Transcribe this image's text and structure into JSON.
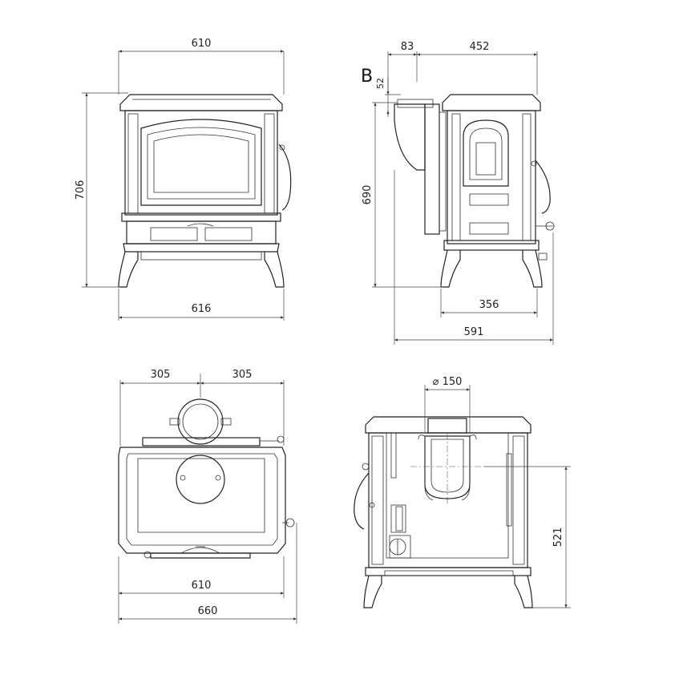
{
  "views": {
    "front": {
      "dims": {
        "top_width": "610",
        "bottom_width": "616",
        "height": "706"
      }
    },
    "side": {
      "label": "B",
      "dims": {
        "offset": "83",
        "depth": "452",
        "flue_drop": "52",
        "flue_height": "690",
        "feet_span": "356",
        "total_depth": "591"
      }
    },
    "top": {
      "dims": {
        "half_left": "305",
        "half_right": "305",
        "inner_width": "610",
        "overall_width": "660"
      }
    },
    "rear": {
      "dims": {
        "flue_diameter": "⌀ 150",
        "outlet_height": "521"
      }
    }
  }
}
